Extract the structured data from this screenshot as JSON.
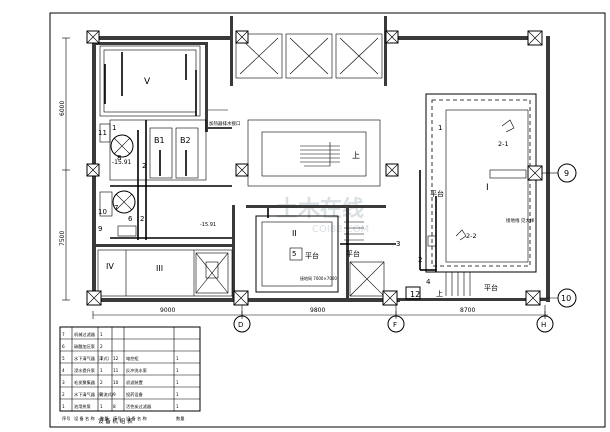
{
  "rooms": {
    "r5": "V",
    "r1": "I",
    "r2": "II",
    "r3": "III",
    "r4": "IV",
    "b1": "B1",
    "b2": "B2",
    "r21": "2-1",
    "r22": "2-2"
  },
  "texts": {
    "up1": "上",
    "up2": "上",
    "platform1": "平台",
    "platform2": "平台",
    "platform3": "平台",
    "platform4": "平台",
    "watermark1": "土木在线",
    "watermark2": "COI88.COM",
    "note_top": "加热器排水接口",
    "note_mid1": "-15.91",
    "note_mid2": "-15.91",
    "note_right": "接地线 见大样",
    "note_center": "接地网 7000×7000"
  },
  "equipment_numbers": [
    "1",
    "2",
    "3",
    "4",
    "5",
    "6",
    "7",
    "8",
    "9",
    "10",
    "11",
    "12"
  ],
  "axes": {
    "d": "D",
    "f": "F",
    "h": "H",
    "a9": "9",
    "a10": "10"
  },
  "dimensions": {
    "bottom": [
      "9000",
      "9800",
      "8700"
    ],
    "left": [
      "6000",
      "7500"
    ]
  },
  "table": {
    "title": "设 备 机 组 表",
    "header": [
      "序号",
      "设 备 名 称",
      "数量",
      "序号",
      "设 备 名 称",
      "数量"
    ],
    "rows": [
      [
        "7",
        "机械过滤器",
        "1",
        "",
        "",
        ""
      ],
      [
        "6",
        "碳酸加压泵",
        "2",
        "",
        "",
        ""
      ],
      [
        "5",
        "水下清气器（浮式）",
        "1",
        "12",
        "电控柜",
        "1"
      ],
      [
        "4",
        "浸水提升泵",
        "1",
        "11",
        "反冲洗水泵",
        "1"
      ],
      [
        "3",
        "毛发聚集器",
        "2",
        "10",
        "初滤装置",
        "1"
      ],
      [
        "2",
        "水下清气器（射流式）",
        "3",
        "9",
        "投药设备",
        "1"
      ],
      [
        "1",
        "池用热泵",
        "1",
        "8",
        "活性炭过滤器",
        "1"
      ]
    ]
  }
}
